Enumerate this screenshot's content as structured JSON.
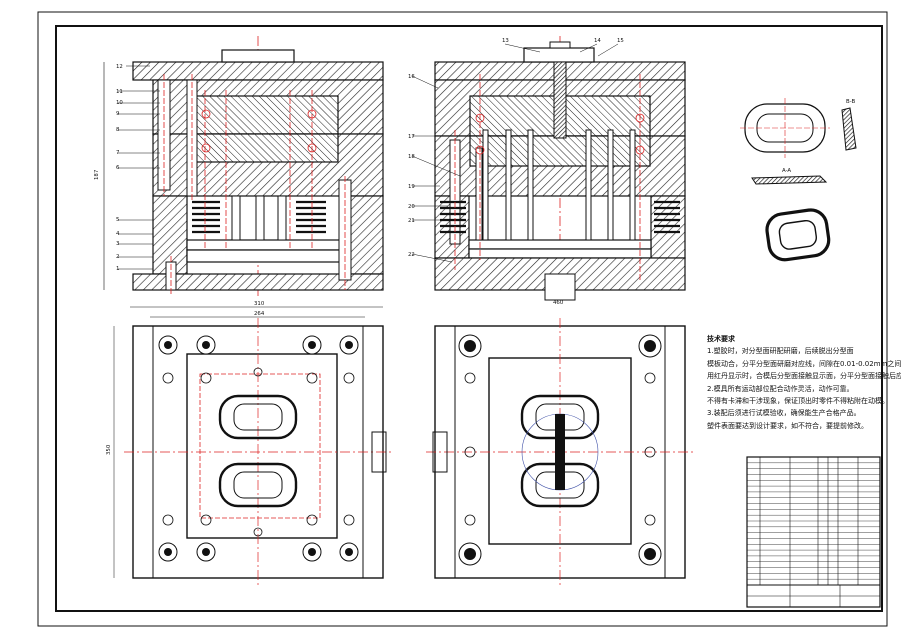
{
  "drawing": {
    "part_numbers_left": [
      "12",
      "11",
      "10",
      "9",
      "8",
      "7",
      "6",
      "5",
      "4",
      "3",
      "2",
      "1"
    ],
    "part_numbers_right": [
      "16",
      "17",
      "18",
      "19",
      "20",
      "21",
      "22"
    ],
    "part_numbers_top": [
      "13",
      "14",
      "15"
    ],
    "dimension_top_view_outer": "310",
    "dimension_top_view_inner": "264",
    "dimension_left_height": "350",
    "dimension_left_side": "187",
    "dimension_hopper": "460",
    "section_label_a": "A-A",
    "section_label_b": "B-B"
  },
  "technical_notes": {
    "title": "技术要求",
    "lines": [
      "1.塑胶时，对分型面研配研磨，后续脱出分型面",
      "模板动合，分平分型面研磨对应线，间隙在0.01-0.02mm之间，",
      "用红丹显示时，合模后分型面接触显示面，分平分型面接触后应达80%。",
      "2.模具所有运动部位配合动作灵活，动作可靠。",
      "不得有卡滞和干涉现象，保证顶出时零件不得粘附在动模。",
      "3.装配后须进行试模验收，确保能生产合格产品。",
      "塑件表面要达到设计要求，如不符合，要提前修改。"
    ]
  },
  "title_block": {
    "rows": 22
  }
}
